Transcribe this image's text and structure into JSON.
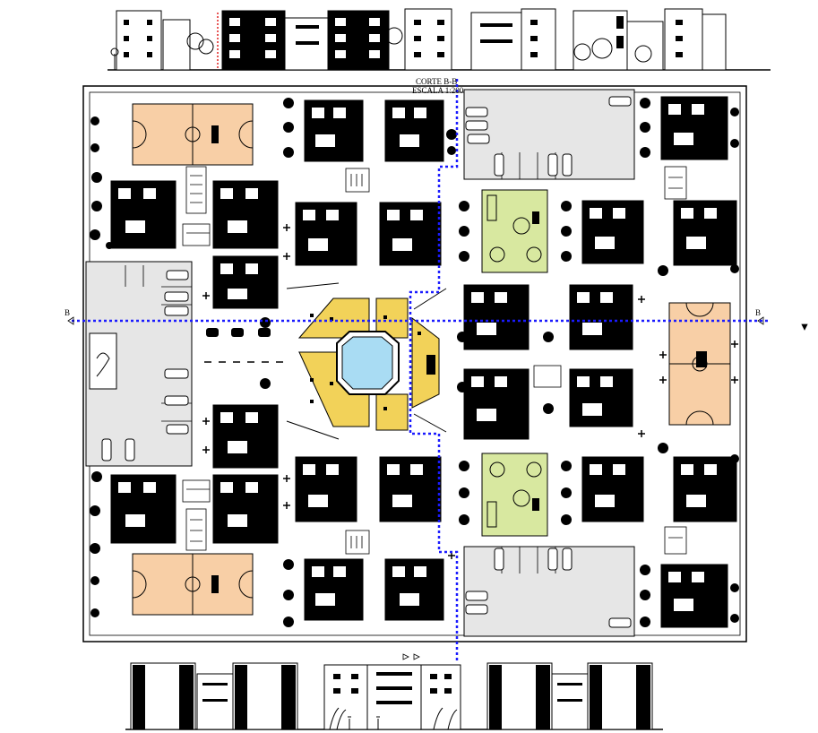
{
  "drawing": {
    "section_title": "CORTE B-B",
    "section_scale": "ESCALA 1:200",
    "section_mark_left": "B",
    "section_mark_right": "B"
  },
  "colors": {
    "linework": "#000000",
    "section_line": "#1a1aff",
    "sports_court": "#f8cfa6",
    "plaza_paving": "#f2d259",
    "pool_water": "#a9dcf3",
    "park_green": "#d8e8a0",
    "parking_paving": "#e6e6e6"
  }
}
